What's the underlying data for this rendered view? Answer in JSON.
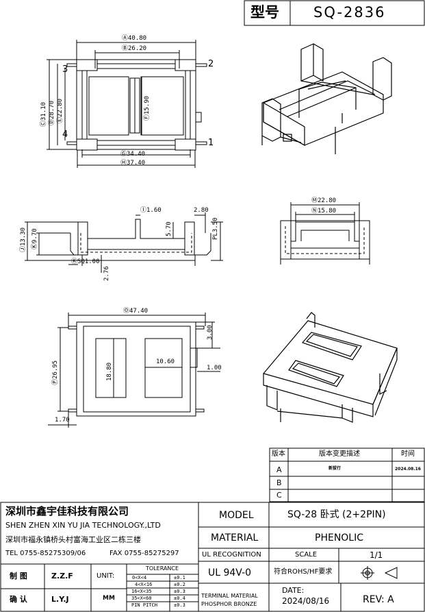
{
  "header": {
    "type_label": "型号",
    "part_number": "SQ-2836"
  },
  "top_view": {
    "dim_a": "Ⓐ40.80",
    "dim_b": "Ⓑ26.20",
    "dim_c": "Ⓒ31.10",
    "dim_d": "Ⓓ28.70",
    "dim_e": "Ⓔ22.80",
    "dim_f": "Ⓕ15.90",
    "dim_g": "Ⓖ34.40",
    "dim_h": "Ⓗ37.40",
    "pin_labels": [
      "3",
      "2",
      "4",
      "1"
    ]
  },
  "front_view": {
    "dim_i": "Ⓘ1.60",
    "dim_280": "2.80",
    "dim_j": "Ⓙ13.30",
    "dim_k": "Ⓚ9.70",
    "dim_570": "5.70",
    "dim_pl": "PL3.50",
    "dim_sq": "ⓀSQ1.00",
    "dim_276": "2.76"
  },
  "side_view": {
    "dim_m": "Ⓜ22.80",
    "dim_n": "Ⓝ15.80"
  },
  "bottom_view": {
    "dim_o": "Ⓞ47.40",
    "dim_300": "3.00",
    "dim_p": "Ⓟ26.95",
    "dim_1060": "10.60",
    "dim_1880": "18.80",
    "dim_100": "1.00",
    "dim_170": "1.70"
  },
  "revision_table": {
    "headers": [
      "版本",
      "版本变更描述",
      "时间"
    ],
    "rows": [
      {
        "ver": "A",
        "desc": "新拔行",
        "date": "2024.08.16"
      },
      {
        "ver": "B",
        "desc": "",
        "date": ""
      },
      {
        "ver": "C",
        "desc": "",
        "date": ""
      }
    ]
  },
  "title_block": {
    "company_cn": "深圳市鑫宇佳科技有限公司",
    "company_en": "SHEN ZHEN XIN YU JIA TECHNOLOGY.,LTD",
    "address": "深圳市福永镇桥头村富海工业区二栋三楼",
    "tel": "TEL 0755-85275309/06",
    "fax": "FAX 0755-85275297",
    "model_label": "MODEL",
    "model_value": "SQ-28 卧式 (2+2PIN)",
    "material_label": "MATERIAL",
    "material_value": "PHENOLIC",
    "ul_label": "UL RECOGNITION",
    "ul_value": "UL 94V-0",
    "scale_label": "SCALE",
    "scale_value": "1/1",
    "rohs": "符合ROHS/HF要求",
    "terminal_label": "TERMINAL MATERIAL",
    "terminal_value": "PHOSPHOR BRONZE",
    "date_label": "DATE:",
    "date_value": "2024/08/16",
    "rev": "REV: A",
    "made_label": "制 图",
    "made_by": "Z.Z.F",
    "check_label": "确 认",
    "check_by": "L.Y.J",
    "unit_label": "UNIT:",
    "unit_value": "MM",
    "tolerance_title": "TOLERANCE",
    "tolerance": [
      {
        "range": "0<X<4",
        "tol": "±0.1"
      },
      {
        "range": "4<X<16",
        "tol": "±0.2"
      },
      {
        "range": "16<X<35",
        "tol": "±0.3"
      },
      {
        "range": "35<X<60",
        "tol": "±0.4"
      },
      {
        "range": "PIN PITCH",
        "tol": "±0.3"
      }
    ]
  }
}
